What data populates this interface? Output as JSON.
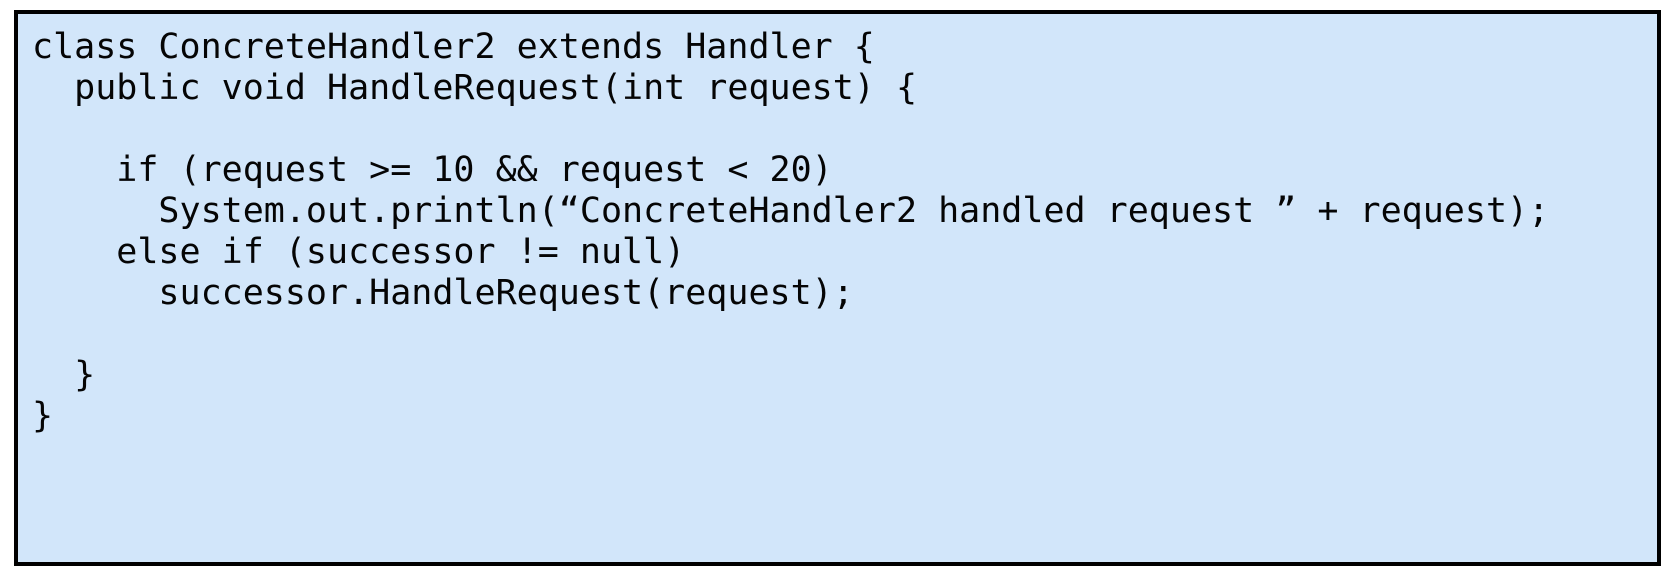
{
  "code_box": {
    "language": "java",
    "description": "ConcreteHandler2 class code listing",
    "background_color": "#d2e6fa",
    "border_color": "#000000",
    "text_color": "#050505",
    "lines": [
      "class ConcreteHandler2 extends Handler {",
      "  public void HandleRequest(int request) {",
      "",
      "    if (request >= 10 && request < 20)",
      "      System.out.println(“ConcreteHandler2 handled request ” + request);",
      "    else if (successor != null)",
      "      successor.HandleRequest(request);",
      "",
      "  }",
      "}"
    ]
  }
}
